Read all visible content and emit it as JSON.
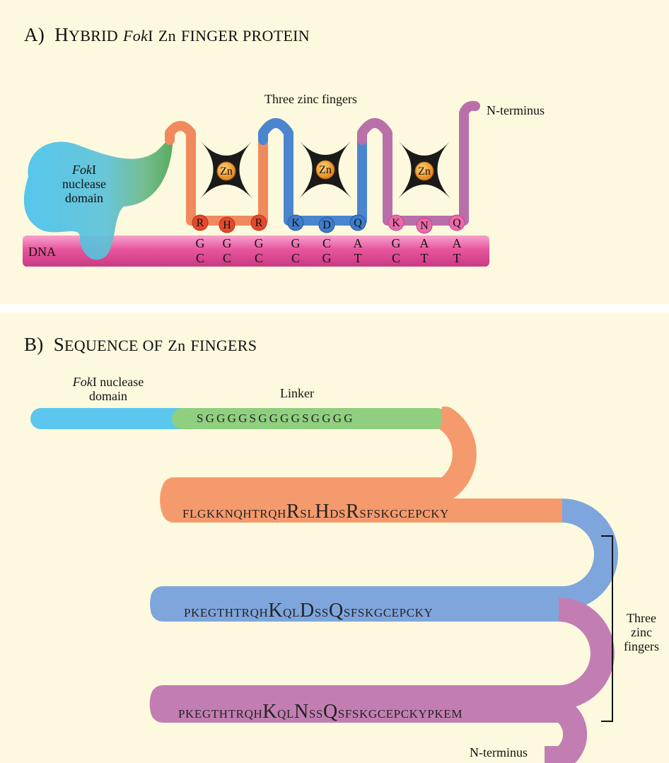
{
  "panel_a": {
    "title_prefix": "A)",
    "title_h": "H",
    "title_ybrid": "YBRID",
    "title_fok": "Fok",
    "title_i": "I",
    "title_zn": "Zn",
    "title_rest": "FINGER PROTEIN",
    "three_zinc_fingers": "Three zinc fingers",
    "n_terminus": "N-terminus",
    "foki_italic": "Fok",
    "foki_roman": "I",
    "nuclease": "nuclease",
    "domain": "domain",
    "dna": "DNA",
    "zn_label": "Zn",
    "residues": [
      "R",
      "H",
      "R",
      "K",
      "D",
      "Q",
      "K",
      "N",
      "Q"
    ],
    "top_strand": [
      "G",
      "G",
      "G",
      "G",
      "C",
      "A",
      "G",
      "A",
      "A"
    ],
    "bottom_strand": [
      "C",
      "C",
      "C",
      "C",
      "G",
      "T",
      "C",
      "T",
      "T"
    ],
    "colors": {
      "finger1": "#f08a5d",
      "finger2": "#4a86cf",
      "finger3": "#b970a8",
      "dna": "#e8559e",
      "nuclease": "#4cc0e8",
      "zn": "#f29a2e"
    }
  },
  "panel_b": {
    "title_prefix": "B)",
    "title_s": "S",
    "title_equence": "EQUENCE OF",
    "title_zn": "Zn",
    "title_rest": "FINGERS",
    "foki_italic": "Fok",
    "foki_rest": "I nuclease",
    "domain": "domain",
    "linker": "Linker",
    "linker_seq": "SGGGGSGGGGSGGGG",
    "seq1": [
      "FLGKKNQHTRQH",
      "R",
      "SL",
      "H",
      "DS",
      "R",
      "SFSKGCEPCKY"
    ],
    "seq2": [
      "PKEGTHTRQH",
      "K",
      "QL",
      "D",
      "SS",
      "Q",
      "SFSKGCEPCKY"
    ],
    "seq3": [
      "PKEGTHTRQH",
      "K",
      "QL",
      "N",
      "SS",
      "Q",
      "SFSKGCEPCKYPKEM"
    ],
    "three": "Three",
    "zinc": "zinc",
    "fingers": "fingers",
    "n_terminus": "N-terminus"
  }
}
